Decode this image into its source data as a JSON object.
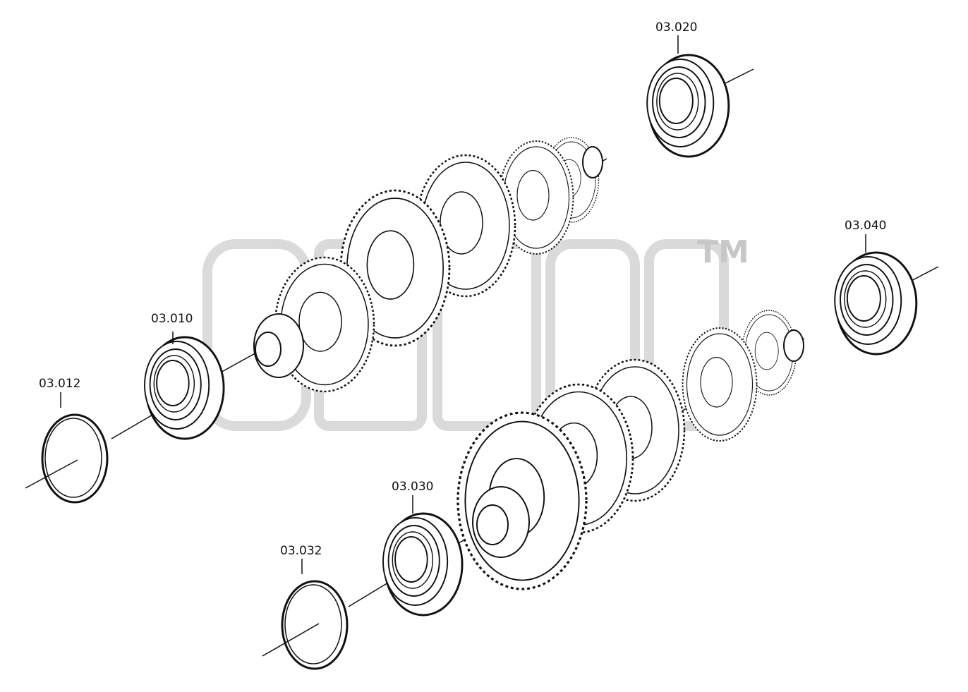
{
  "watermark": {
    "trademark": "TM",
    "color": "#bdbdbd"
  },
  "line_color": "#111111",
  "callouts": {
    "p03010": "03.010",
    "p03012": "03.012",
    "p03020": "03.020",
    "p03030": "03.030",
    "p03032": "03.032",
    "p03040": "03.040"
  }
}
